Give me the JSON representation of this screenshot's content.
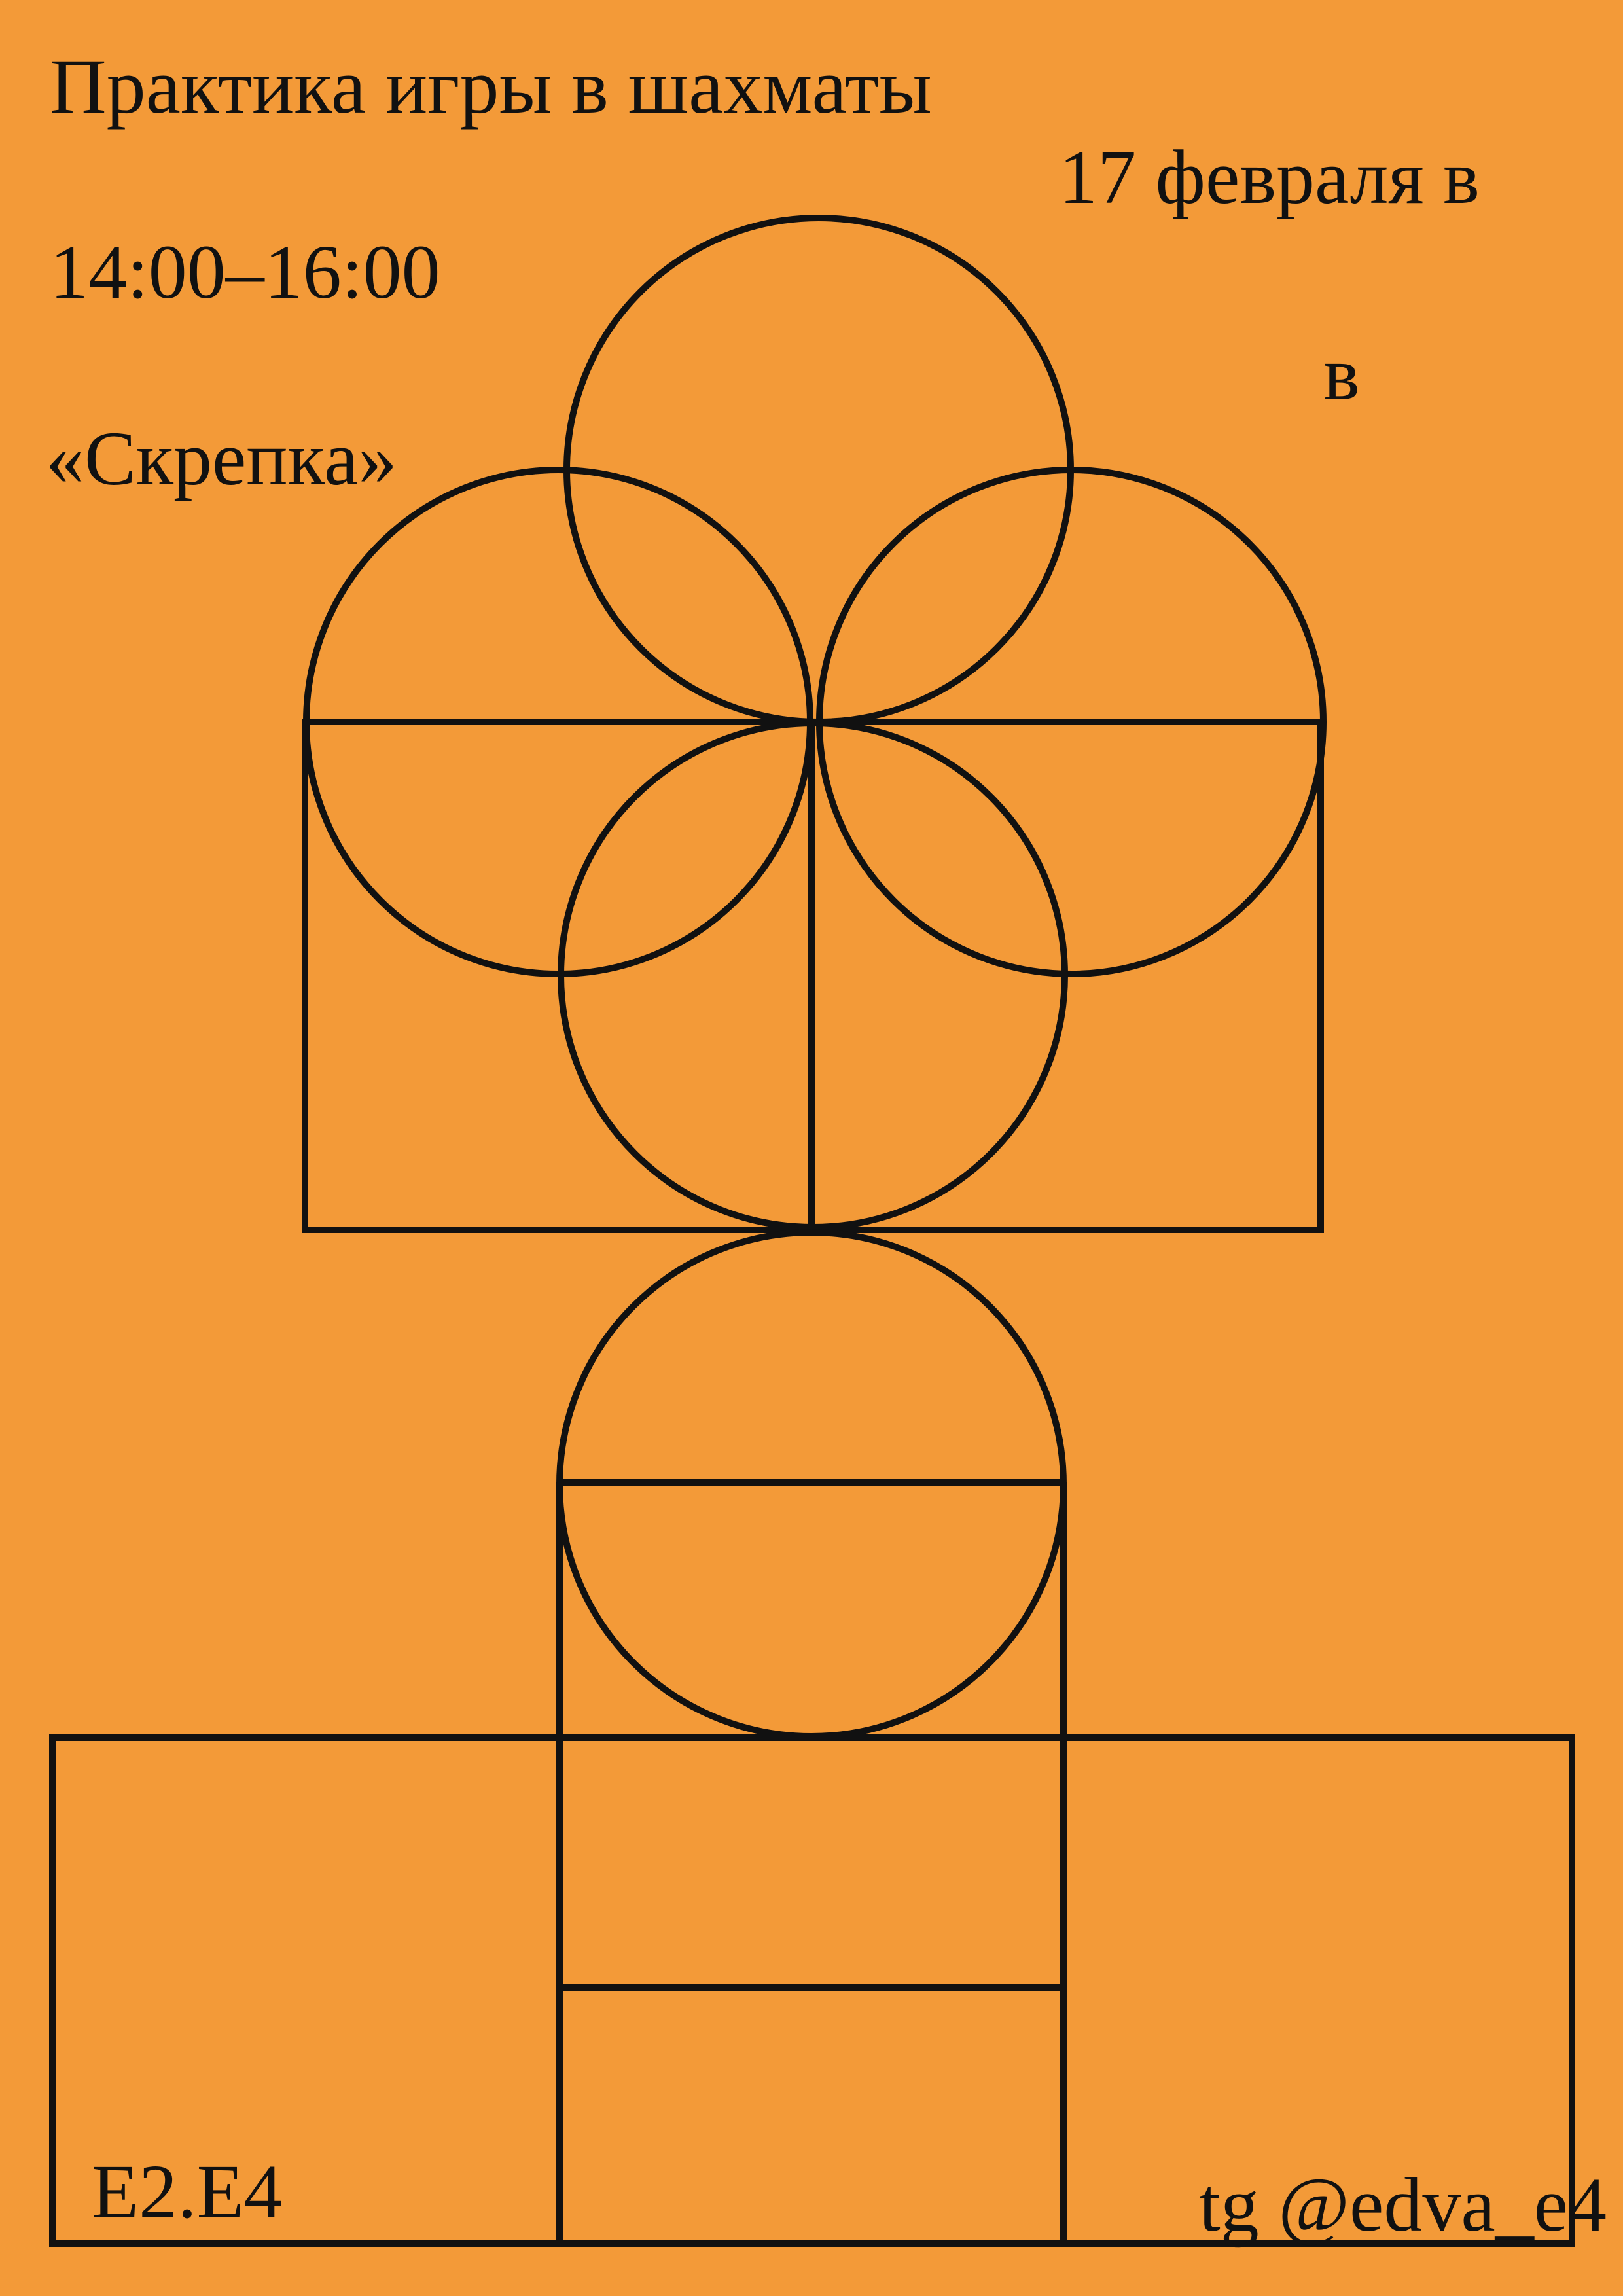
{
  "poster": {
    "background_color": "#F39A38",
    "ink_color": "#111111",
    "title": "Практика игры в шахматы",
    "date": "17 февраля в",
    "time": "14:00–16:00",
    "in_word": "в",
    "venue": "«Скрепка»",
    "brand": "E2.E4",
    "contact": "tg @edva_e4"
  }
}
